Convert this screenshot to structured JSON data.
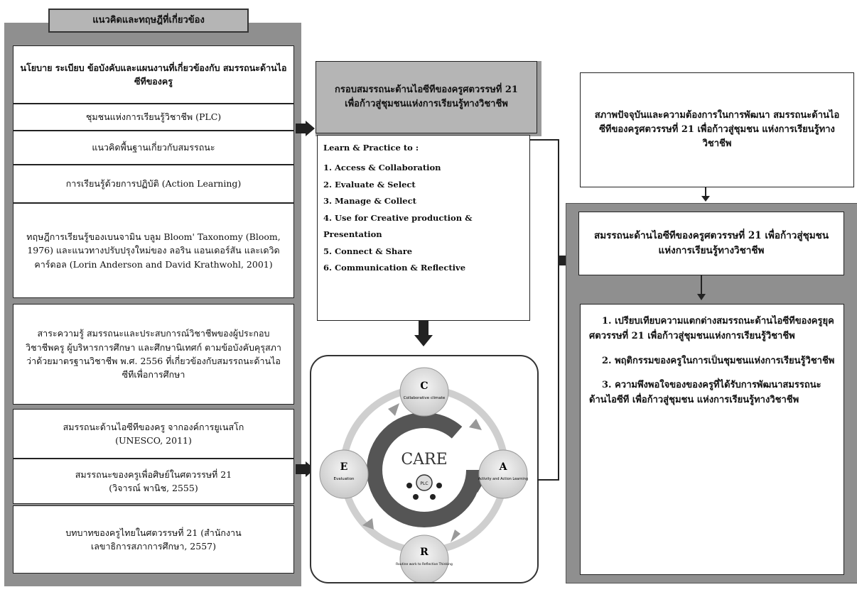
{
  "left_column": {
    "header": "แนวคิดและทฤษฎีที่เกี่ยวข้อง",
    "items": [
      "นโยบาย ระเบียบ ข้อบังคับและแผนงานที่เกี่ยวข้องกับ สมรรถนะด้านไอซีทีของครู",
      "ชุมชนแห่งการเรียนรู้วิชาชีพ (PLC)",
      "แนวคิดพื้นฐานเกี่ยวกับสมรรถนะ",
      "การเรียนรู้ด้วยการปฏิบัติ (Action Learning)",
      "ทฤษฎีการเรียนรู้ของเบนจามิน บลูม Bloom' Taxonomy (Bloom, 1976) และแนวทางปรับปรุงใหม่ของ ลอริน แอนเดอร์สัน และเดวิด คาร์ดอล (Lorin Anderson and David Krathwohl, 2001)",
      "สาระความรู้ สมรรถนะและประสบการณ์วิชาชีพของผู้ประกอบวิชาชีพครู ผู้บริหารการศึกษา และศึกษานิเทศก์ ตามข้อบังคับคุรุสภา ว่าด้วยมาตรฐานวิชาชีพ พ.ศ. 2556 ที่เกี่ยวข้องกับสมรรถนะด้านไอซีทีเพื่อการศึกษา",
      "สมรรถนะด้านไอซีทีของครู จากองค์การยูเนสโก (UNESCO, 2011)",
      "สมรรถนะของครูเพื่อศิษย์ในศตวรรษที่ 21 (วิจารณ์ พานิช, 2555)",
      "บทบาทของครูไทยในศตวรรษที่ 21 (สำนักงานเลขาธิการสภาการศึกษา, 2557)"
    ]
  },
  "middle_column": {
    "framework_title": "กรอบสมรรถนะด้านไอซีทีของครูศตวรรษที่ 21 เพื่อก้าวสู่ชุมชนแห่งการเรียนรู้ทางวิชาชีพ",
    "list_heading": "Learn & Practice to :",
    "list_items": [
      "1. Access & Collaboration",
      "2. Evaluate & Select",
      "3. Manage & Collect",
      "4. Use for Creative production &",
      "Presentation",
      "5. Connect & Share",
      "6. Communication & Reflective"
    ],
    "care": {
      "center": "CARE",
      "core": "PLC",
      "nodes": [
        {
          "letter": "C",
          "caption": "Collaborative climate"
        },
        {
          "letter": "A",
          "caption": "Activity and Action Learning"
        },
        {
          "letter": "R",
          "caption": "Routine work to Reflective Thinking"
        },
        {
          "letter": "E",
          "caption": "Evaluation"
        }
      ]
    }
  },
  "right_column": {
    "top_box": "สภาพปัจจุบันและความต้องการในการพัฒนา สมรรถนะด้านไอซีทีของครูศตวรรษที่ 21 เพื่อก้าวสู่ชุมชน แห่งการเรียนรู้ทางวิชาชีพ",
    "competency_box": "สมรรถนะด้านไอซีทีของครูศตวรรษที่ 21 เพื่อก้าวสู่ชุมชน แห่งการเรียนรู้ทางวิชาชีพ",
    "outcomes": [
      "1. เปรียบเทียบความแตกต่างสมรรถนะด้านไอซีทีของครูยุคศตวรรษที่ 21 เพื่อก้าวสู่ชุมชนแห่งการเรียนรู้วิชาชีพ",
      "2. พฤติกรรมของครูในการเป็นชุมชนแห่งการเรียนรู้วิชาชีพ",
      "3. ความพึงพอใจของของครูที่ได้รับการพัฒนาสมรรถนะด้านไอซีที เพื่อก้าวสู่ชุมชน แห่งการเรียนรู้ทางวิชาชีพ"
    ]
  },
  "colors": {
    "panel_gray": "#8f8f8f",
    "header_gray": "#b5b5b5",
    "ring_dark": "#555555",
    "line": "#222222"
  }
}
